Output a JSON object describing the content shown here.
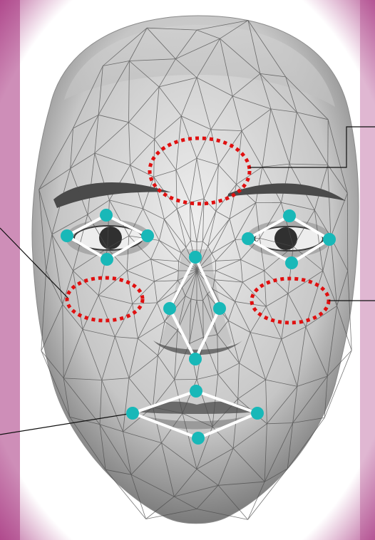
{
  "image": {
    "subject": "face-mesh-landmark-figure",
    "colors": {
      "frame_outer": "#a5327e",
      "frame_inner": "#ffffff",
      "face_light": "#e8e8e8",
      "face_mid": "#b8b8b8",
      "face_dark": "#6a6a6a",
      "mesh_line": "#4a4a4a",
      "landmark_fill": "#18b8b8",
      "landmark_connector": "#ffffff",
      "roi_outline": "#e01010",
      "leader_line": "#111111"
    },
    "regions_of_interest": [
      "forehead",
      "left-cheek",
      "right-cheek"
    ],
    "landmark_groups": [
      "left-eye",
      "right-eye",
      "nose",
      "mouth"
    ]
  }
}
